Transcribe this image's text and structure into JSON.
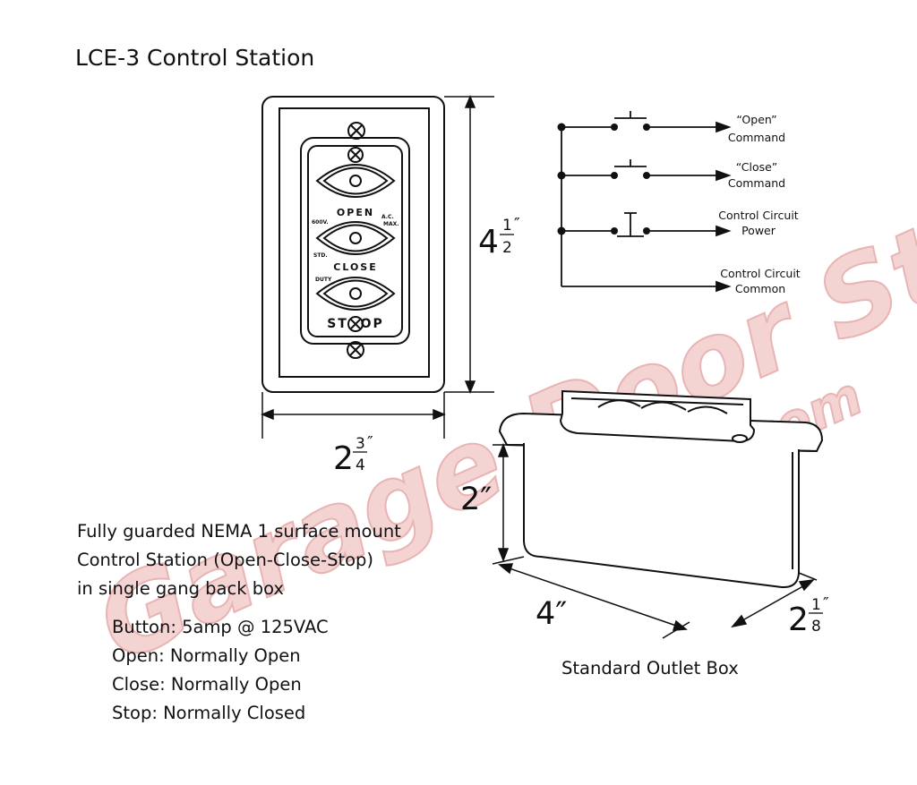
{
  "title": "LCE-3 Control Station",
  "watermark": {
    "line1": "Garage Door Stuff",
    "line2": ".com",
    "color": "#f2c9c9"
  },
  "faceplate": {
    "labels": {
      "open": "OPEN",
      "close": "CLOSE",
      "stop": "ST  OP",
      "rating_left": "600V.",
      "rating_right_1": "A.C.",
      "rating_right_2": "MAX.",
      "std": "STD.",
      "duty": "DUTY"
    }
  },
  "dimensions": {
    "height": {
      "whole": "4",
      "num": "1",
      "den": "2",
      "mark": "″"
    },
    "width": {
      "whole": "2",
      "num": "3",
      "den": "4",
      "mark": "″"
    },
    "box_height": "2″",
    "box_length": "4″",
    "box_depth": {
      "whole": "2",
      "num": "1",
      "den": "8",
      "mark": "″"
    }
  },
  "schematic": {
    "open_label_1": "“Open”",
    "open_label_2": "Command",
    "close_label_1": "“Close”",
    "close_label_2": "Command",
    "power_label_1": "Control Circuit",
    "power_label_2": "Power",
    "common_label_1": "Control Circuit",
    "common_label_2": "Common"
  },
  "description": {
    "line1": "Fully guarded NEMA 1 surface mount",
    "line2": "Control Station (Open-Close-Stop)",
    "line3": "in single gang back box"
  },
  "specs": {
    "button": "Button: 5amp @ 125VAC",
    "open": "Open: Normally Open",
    "close": "Close: Normally Open",
    "stop": "Stop: Normally Closed"
  },
  "outlet_caption": "Standard Outlet Box"
}
